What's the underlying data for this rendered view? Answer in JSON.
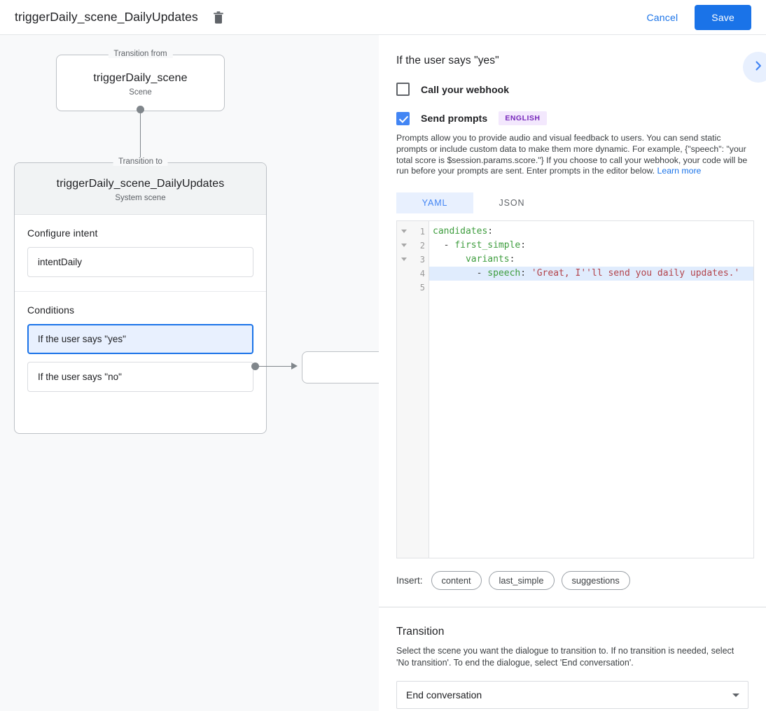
{
  "topbar": {
    "title": "triggerDaily_scene_DailyUpdates",
    "delete_icon": "trash-icon",
    "cancel_label": "Cancel",
    "save_label": "Save"
  },
  "canvas": {
    "from_node": {
      "legend": "Transition from",
      "title": "triggerDaily_scene",
      "subtitle": "Scene"
    },
    "to_node": {
      "legend": "Transition to",
      "title": "triggerDaily_scene_DailyUpdates",
      "subtitle": "System scene"
    },
    "intent_section": {
      "label": "Configure intent",
      "value": "intentDaily"
    },
    "conditions_section": {
      "label": "Conditions",
      "items": [
        {
          "label": "If the user says \"yes\"",
          "selected": true
        },
        {
          "label": "If the user says \"no\"",
          "selected": false
        }
      ]
    }
  },
  "panel": {
    "title": "If the user says \"yes\"",
    "next_arrow_icon": "chevron-right-icon",
    "webhook": {
      "label": "Call your webhook",
      "checked": false
    },
    "prompts": {
      "label": "Send prompts",
      "checked": true,
      "language_badge": "ENGLISH",
      "description": "Prompts allow you to provide audio and visual feedback to users. You can send static prompts or include custom data to make them more dynamic. For example, {\"speech\": \"your total score is $session.params.score.\"} If you choose to call your webhook, your code will be run before your prompts are sent. Enter prompts in the editor below. ",
      "learn_more": "Learn more"
    },
    "format_tabs": [
      {
        "label": "YAML",
        "active": true
      },
      {
        "label": "JSON",
        "active": false
      }
    ],
    "editor": {
      "lines": [
        {
          "num": "1",
          "fold": true,
          "highlight": false,
          "tokens": [
            {
              "t": "candidates",
              "c": "k"
            },
            {
              "t": ":",
              "c": "p"
            }
          ]
        },
        {
          "num": "2",
          "fold": true,
          "highlight": false,
          "tokens": [
            {
              "t": "  - ",
              "c": "p"
            },
            {
              "t": "first_simple",
              "c": "k"
            },
            {
              "t": ":",
              "c": "p"
            }
          ]
        },
        {
          "num": "3",
          "fold": true,
          "highlight": false,
          "tokens": [
            {
              "t": "      ",
              "c": "p"
            },
            {
              "t": "variants",
              "c": "k"
            },
            {
              "t": ":",
              "c": "p"
            }
          ]
        },
        {
          "num": "4",
          "fold": false,
          "highlight": true,
          "tokens": [
            {
              "t": "        - ",
              "c": "p"
            },
            {
              "t": "speech",
              "c": "k"
            },
            {
              "t": ": ",
              "c": "p"
            },
            {
              "t": "'Great, I''ll send you daily updates.'",
              "c": "s"
            }
          ]
        },
        {
          "num": "5",
          "fold": false,
          "highlight": false,
          "tokens": []
        }
      ]
    },
    "insert": {
      "label": "Insert:",
      "chips": [
        "content",
        "last_simple",
        "suggestions"
      ]
    },
    "transition": {
      "title": "Transition",
      "description": "Select the scene you want the dialogue to transition to. If no transition is needed, select 'No transition'. To end the dialogue, select 'End conversation'.",
      "selected": "End conversation",
      "caret_icon": "caret-down-icon"
    }
  },
  "colors": {
    "accent_blue": "#1a73e8",
    "checkbox_blue": "#4285f4",
    "selected_fill": "#e8f0fe",
    "canvas_bg": "#f8f9fa",
    "badge_bg": "#f3e8fd",
    "badge_fg": "#7627bb"
  }
}
